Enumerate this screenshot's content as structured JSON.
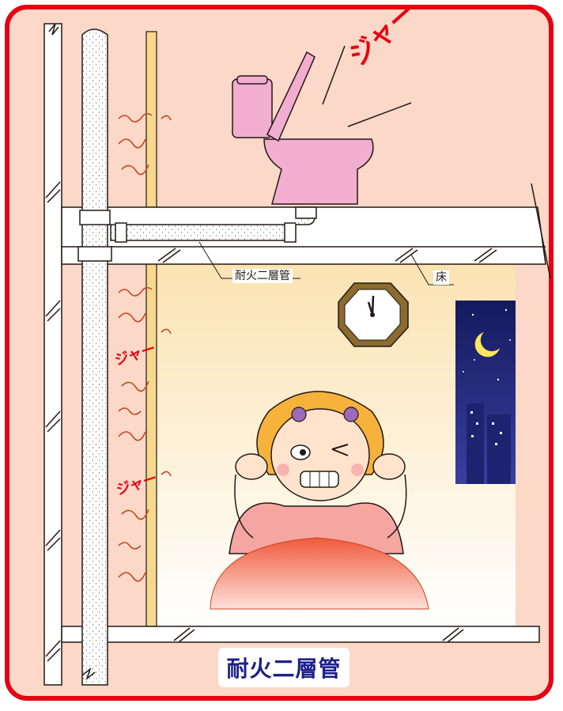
{
  "labels": {
    "pipe_label": "耐火二層管",
    "floor_label": "床",
    "title": "耐火二層管",
    "sound_upper": "ジャー",
    "sound_wall_1": "ジャー",
    "sound_wall_2": "ジャー"
  },
  "colors": {
    "frame": "#e60012",
    "background": "#fbd8c8",
    "title_text": "#1d2088",
    "toilet": "#f2aed0",
    "sound": "#e60012"
  }
}
